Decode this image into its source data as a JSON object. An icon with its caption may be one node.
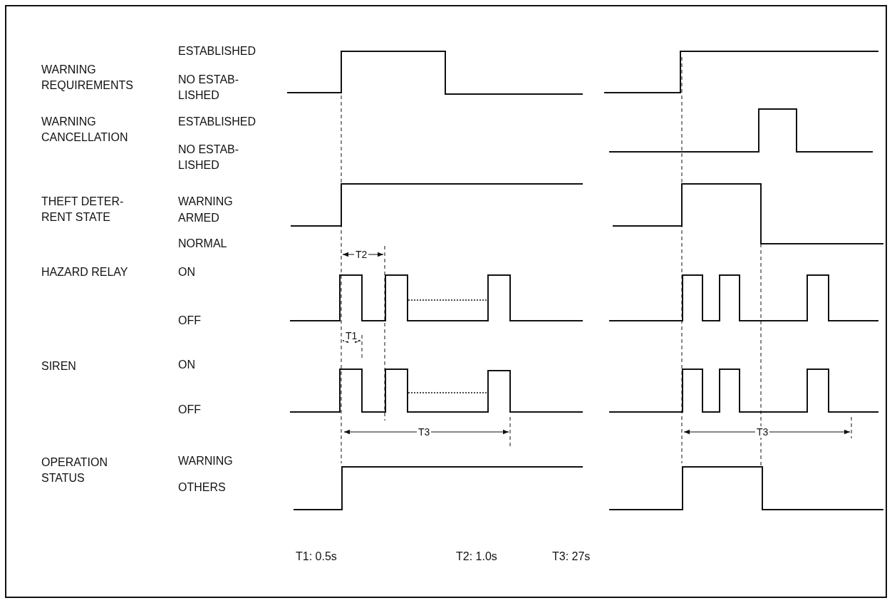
{
  "diagram": {
    "labels": [
      "WARNING REQUIREMENTS",
      "ESTABLISHED",
      "NO ESTAB- LISHED",
      "WARNING CANCELLATION",
      "ESTABLISHED",
      "NO ESTAB- LISHED",
      "THEFT DETER- RENT STATE",
      "WARNING",
      "ARMED",
      "NORMAL",
      "T2",
      "HAZARD RELAY",
      "ON",
      "OFF",
      "T1",
      "SIREN",
      "ON",
      "OFF",
      "T3",
      "T3",
      "OPERATION STATUS",
      "WARNING",
      "OTHERS",
      "T1: 0.5s",
      "T2: 1.0s",
      "T3: 27s"
    ]
  }
}
